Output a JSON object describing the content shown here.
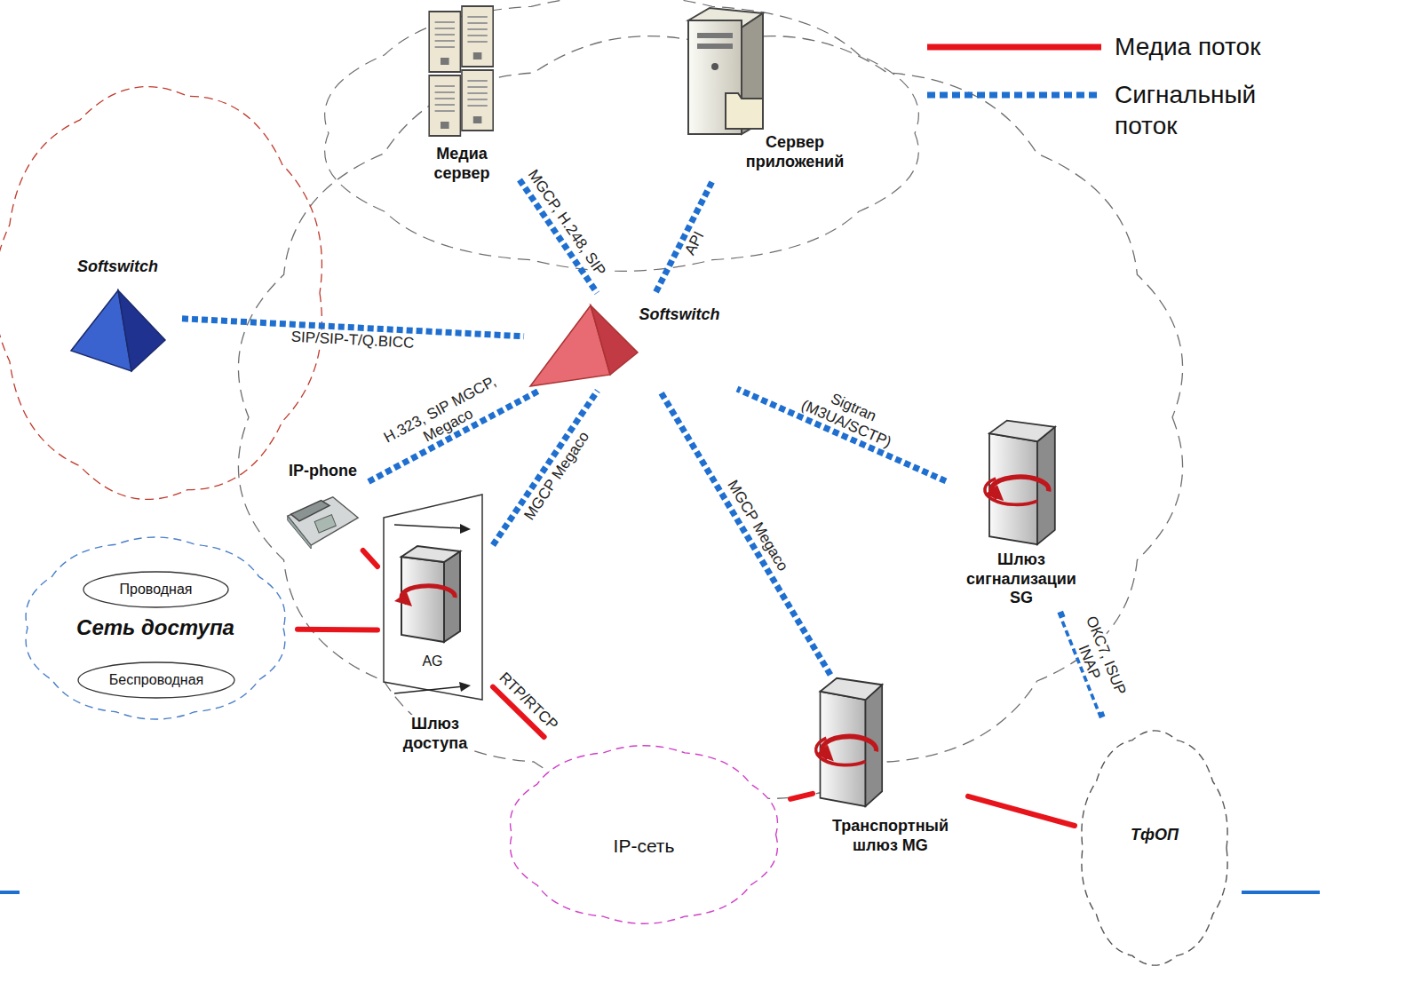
{
  "diagram": {
    "nodes": [
      {
        "text": [
          "Медиа сервер"
        ]
      },
      {
        "text": [
          "Сервер приложений"
        ]
      },
      {
        "text": [
          "Softswitch"
        ]
      },
      {
        "text": [
          "Softswitch"
        ]
      },
      {
        "text": [
          "IP-phone"
        ]
      },
      {
        "text": [
          "AG",
          "Шлюз доступа"
        ]
      },
      {
        "text": [
          "Сеть доступа"
        ]
      },
      {
        "text": [
          "Проводная"
        ],
        "in": 6
      },
      {
        "text": [
          "Беспроводная"
        ],
        "in": 6
      },
      {
        "text": [
          "Шлюз сигнализации SG"
        ]
      },
      {
        "text": [
          "IP-сеть"
        ]
      },
      {
        "text": [
          "Транспортный шлюз MG"
        ]
      },
      {
        "text": [
          "ТфОП"
        ]
      }
    ],
    "edges": [
      {
        "from": 0,
        "to": 3,
        "label": "MGCP, H.248, SIP",
        "arrow": "none"
      },
      {
        "from": 1,
        "to": 3,
        "label": "API",
        "arrow": "none"
      },
      {
        "from": 2,
        "to": 3,
        "label": "SIP/SIP-T/Q.BICC",
        "arrow": "none"
      },
      {
        "from": 4,
        "to": 3,
        "label": "H.323, SIP MGCP, Megaco",
        "arrow": "none"
      },
      {
        "from": 5,
        "to": 3,
        "label": "MGCP Megaco",
        "arrow": "none"
      },
      {
        "from": 11,
        "to": 3,
        "label": "MGCP Megaco",
        "arrow": "none"
      },
      {
        "from": 9,
        "to": 3,
        "label": "Sigtran (M3UA/SCTP)",
        "arrow": "none"
      },
      {
        "from": 9,
        "to": 12,
        "label": "ОКС7, ISUP INAP",
        "arrow": "none"
      },
      {
        "from": 4,
        "to": 5,
        "arrow": "none"
      },
      {
        "from": 6,
        "to": 5,
        "arrow": "none"
      },
      {
        "from": 5,
        "to": 10,
        "label": "RTP/RTCP",
        "arrow": "none"
      },
      {
        "from": 10,
        "to": 11,
        "arrow": "none"
      },
      {
        "from": 11,
        "to": 12,
        "arrow": "none"
      }
    ],
    "legend": [
      {
        "text": "Медиа поток"
      },
      {
        "text": "Сигнальный поток"
      }
    ]
  }
}
